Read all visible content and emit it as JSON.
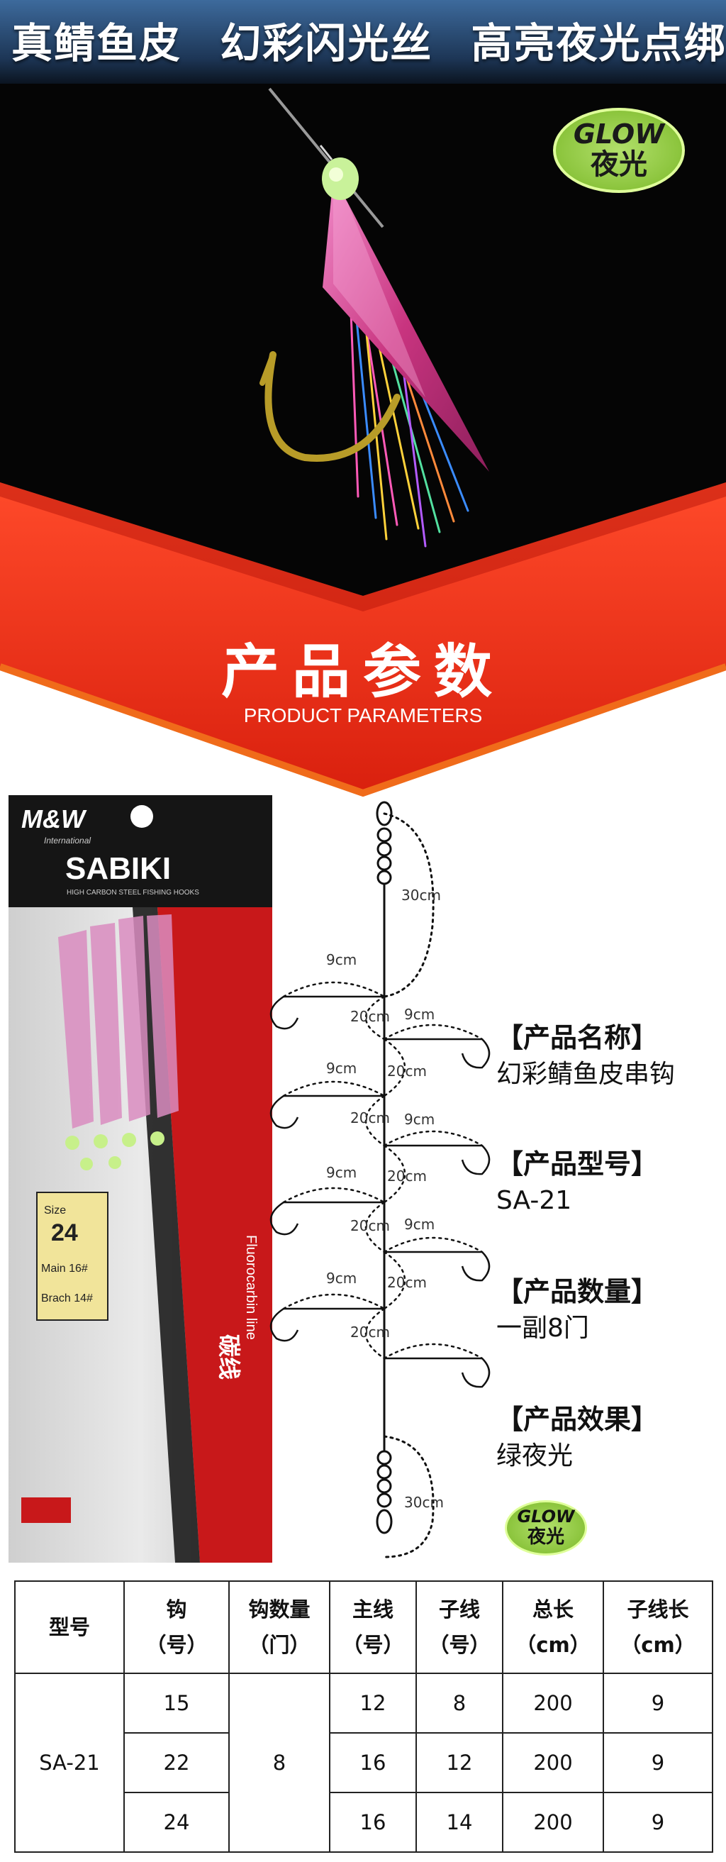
{
  "banner": {
    "phrases": [
      "真鲭鱼皮",
      "幻彩闪光丝",
      "高亮夜光点绑制"
    ]
  },
  "glow_badge": {
    "line1": "GLOW",
    "line2": "夜光"
  },
  "section": {
    "title": "产品参数",
    "subtitle": "PRODUCT PARAMETERS"
  },
  "package": {
    "brand": "M&W",
    "brand_sub": "International",
    "product_line": "SABIKI",
    "product_tagline": "HIGH CARBON STEEL FISHING HOOKS",
    "size_label": "Size",
    "size_value": "24",
    "main_label": "Main 16#",
    "branch_label": "Brach 14#",
    "side_text": "Fluorocarbin line",
    "side_cn": "碳线"
  },
  "rig": {
    "lengths": [
      "30cm",
      "9cm",
      "20cm",
      "9cm",
      "20cm",
      "9cm",
      "20cm",
      "9cm",
      "20cm",
      "9cm",
      "20cm",
      "9cm",
      "20cm",
      "9cm",
      "20cm",
      "30cm"
    ]
  },
  "specs": [
    {
      "label": "【产品名称】",
      "value": "幻彩鲭鱼皮串钩"
    },
    {
      "label": "【产品型号】",
      "value": "SA-21"
    },
    {
      "label": "【产品数量】",
      "value": "一副8门"
    },
    {
      "label": "【产品效果】",
      "value": "绿夜光"
    }
  ],
  "table": {
    "headers": [
      {
        "l1": "型号",
        "l2": ""
      },
      {
        "l1": "钩",
        "l2": "（号）"
      },
      {
        "l1": "钩数量",
        "l2": "（门）"
      },
      {
        "l1": "主线",
        "l2": "（号）"
      },
      {
        "l1": "子线",
        "l2": "（号）"
      },
      {
        "l1": "总长",
        "l2": "（cm）"
      },
      {
        "l1": "子线长",
        "l2": "（cm）"
      }
    ],
    "model": "SA-21",
    "hook_count": "8",
    "rows": [
      {
        "hook": "15",
        "main": "12",
        "branch": "8",
        "total": "200",
        "branch_len": "9"
      },
      {
        "hook": "22",
        "main": "16",
        "branch": "12",
        "total": "200",
        "branch_len": "9"
      },
      {
        "hook": "24",
        "main": "16",
        "branch": "14",
        "total": "200",
        "branch_len": "9"
      }
    ]
  },
  "colors": {
    "accent_red": "#e8341c",
    "hero_black": "#050505",
    "glow_green": "#8bc43c",
    "banner_blue": "#2a4a72"
  }
}
